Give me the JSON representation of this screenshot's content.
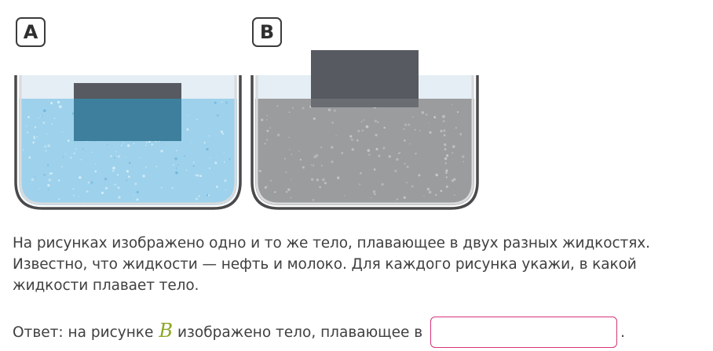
{
  "figures": {
    "label_a": "A",
    "label_b": "B",
    "colors": {
      "milk_surface": "#e4eef4",
      "liquid_a": "#9dd1ec",
      "liquid_b": "#9b9c9e",
      "body_dry": "#575a60",
      "body_submerged_a": "#3d7f9c",
      "body_submerged_b": "#6a6d72",
      "vessel_outline": "#4a4a4c",
      "vessel_inner": "#d9dadc"
    }
  },
  "question": {
    "text": "На рисунках изображено одно и то же тело, плавающее в двух разных жидкостях. Известно, что жидкости — нефть и молоко. Для каждого рисунка укажи, в какой жидкости плавает тело."
  },
  "answer": {
    "prefix": "Ответ: на рисунке",
    "variable": "B",
    "suffix": "изображено тело, плавающее в",
    "input_value": "",
    "input_placeholder": "",
    "period": "."
  }
}
